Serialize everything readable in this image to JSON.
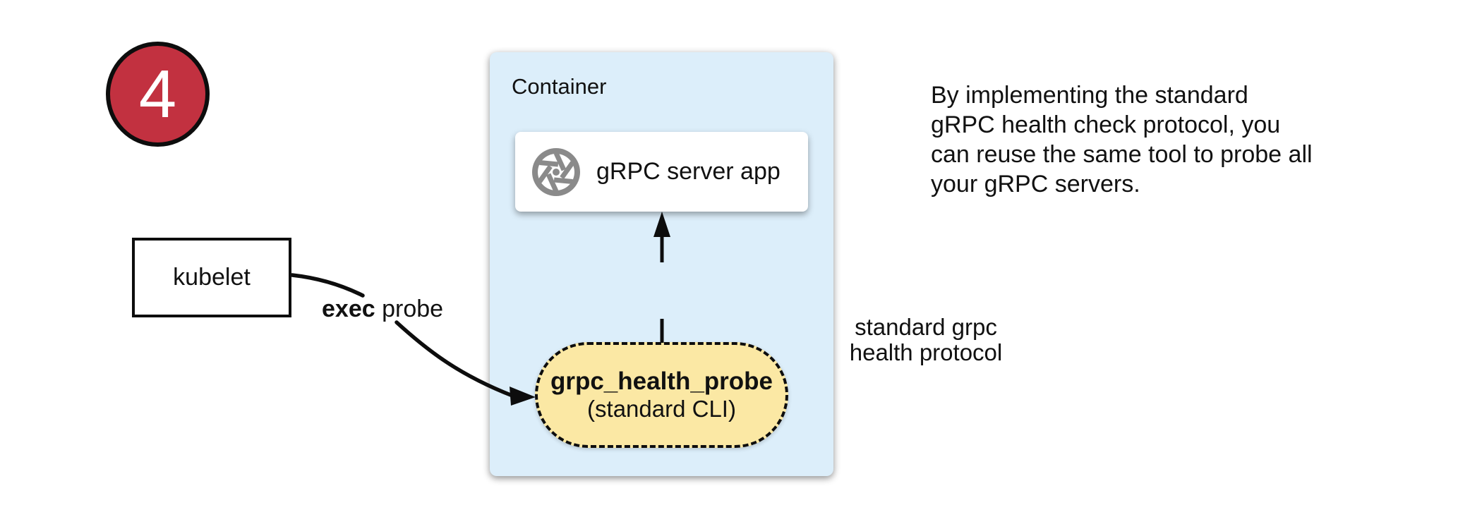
{
  "colors": {
    "badge_red": "#C23140",
    "container_blue": "#DCEEFA",
    "probe_yellow": "#FBE8A4",
    "icon_gray": "#8A8A8A",
    "ink": "#111111"
  },
  "step_badge": {
    "number": "4"
  },
  "kubelet": {
    "label": "kubelet"
  },
  "exec_probe": {
    "bold": "exec",
    "rest": " probe"
  },
  "container": {
    "title": "Container",
    "server_app": {
      "label": "gRPC server app",
      "icon": "aperture-shutter"
    },
    "health_arrow": {
      "line1": "standard grpc",
      "line2": "health protocol"
    },
    "probe": {
      "name": "grpc_health_probe",
      "subtitle": "(standard CLI)"
    }
  },
  "note": {
    "lines": [
      "By implementing the standard",
      "gRPC health check protocol, you",
      "can reuse the same tool to probe all",
      "your gRPC servers."
    ]
  }
}
